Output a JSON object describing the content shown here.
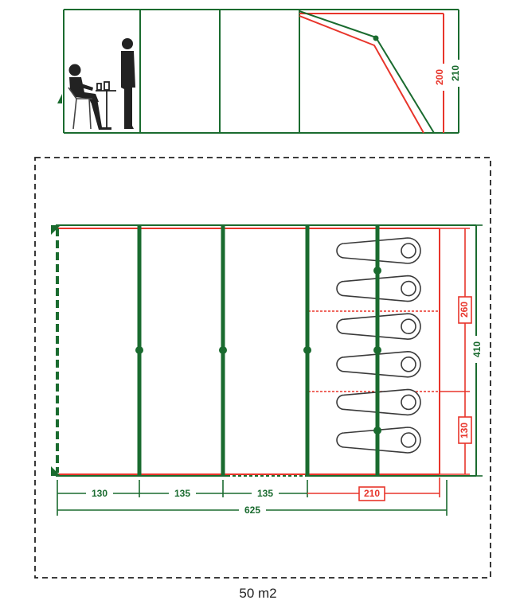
{
  "colors": {
    "green": "#1a6b2f",
    "red": "#e8352b",
    "dark": "#222222",
    "bed_outline": "#3a3a3a"
  },
  "side_view": {
    "dimensions": {
      "inner_height": "200",
      "outer_height": "210"
    }
  },
  "floor_plan": {
    "dimensions": {
      "section_1": "130",
      "section_2": "135",
      "section_3": "135",
      "bedroom_depth": "210",
      "total_length": "625",
      "bedroom_width": "260",
      "single_cabin_width": "130",
      "total_width": "410"
    },
    "sleeping_bags": 6,
    "icons": [
      "person-sitting-icon",
      "person-standing-icon",
      "table-icon",
      "sleeping-bag-icon"
    ]
  },
  "area_label": "50 m2"
}
